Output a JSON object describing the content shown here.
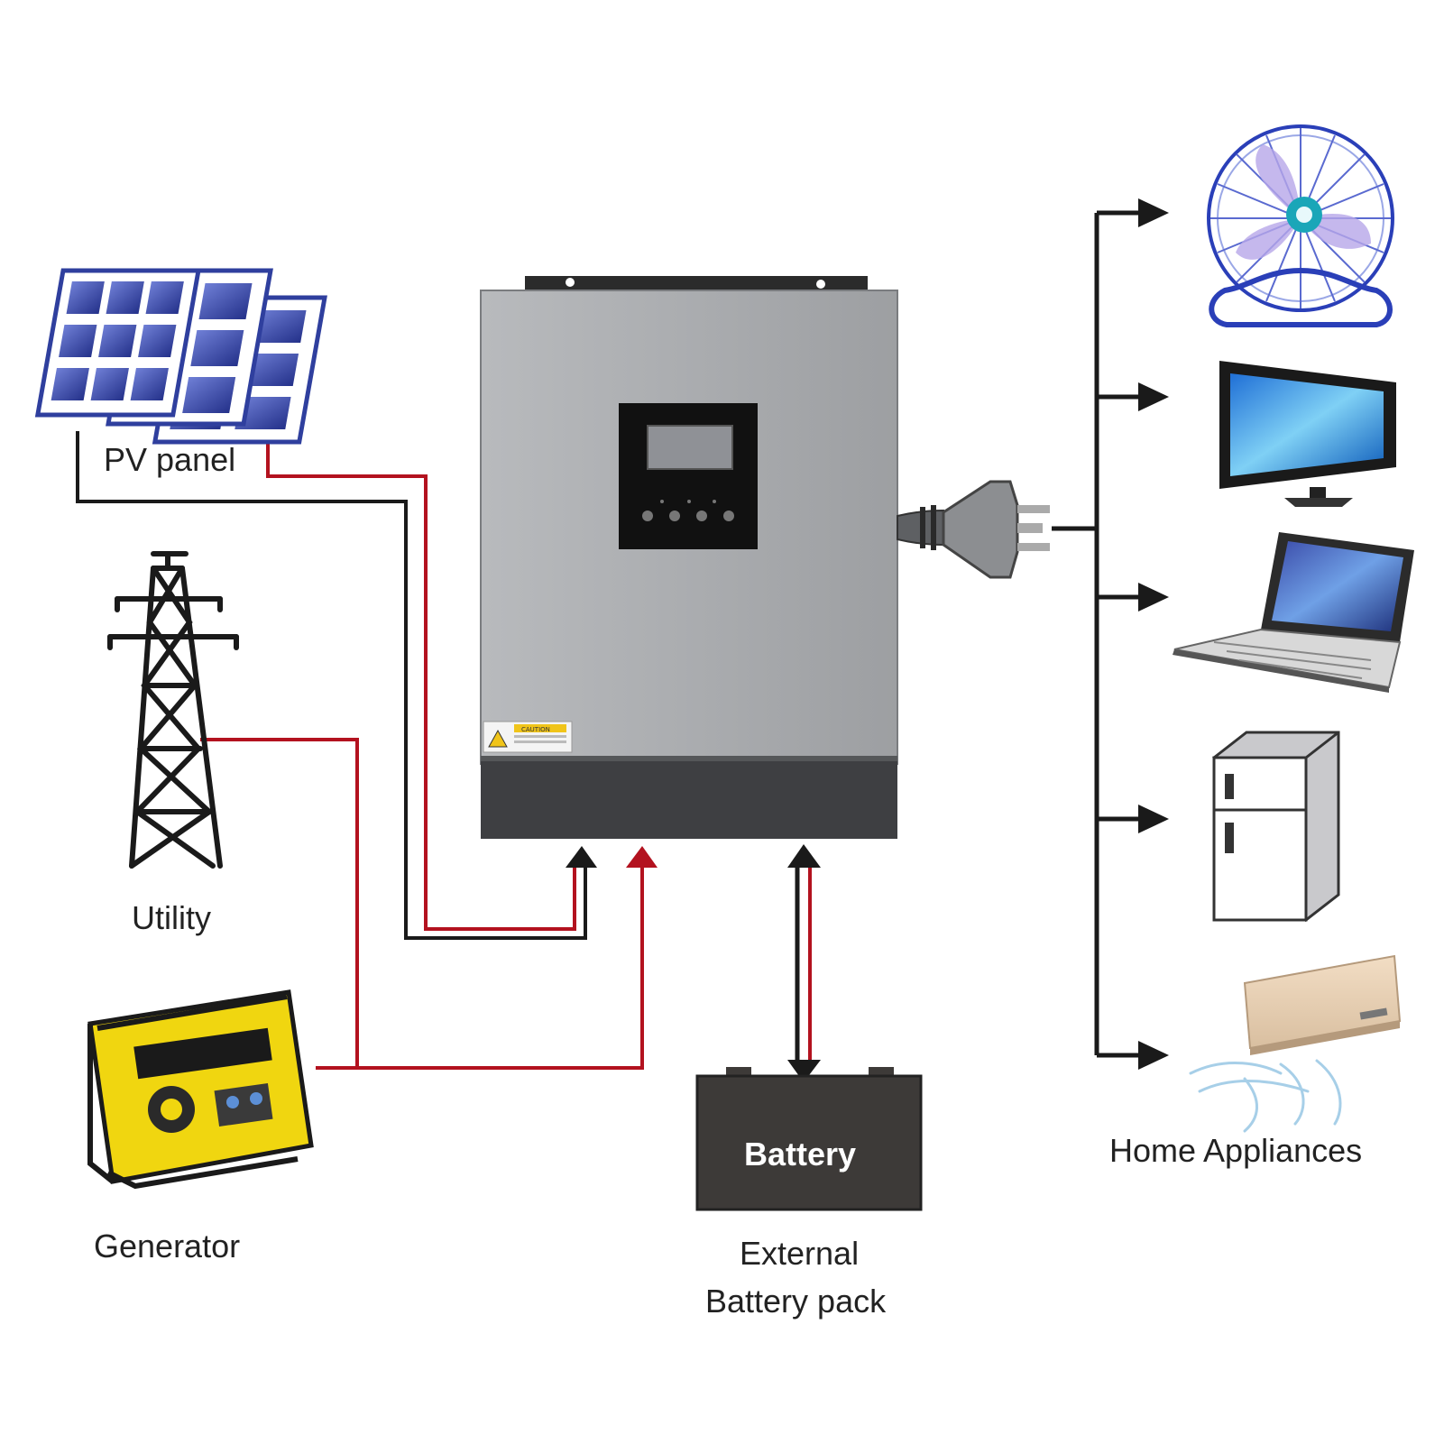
{
  "labels": {
    "pv_panel": "PV panel",
    "utility": "Utility",
    "generator": "Generator",
    "battery": "Battery",
    "external_line1": "External",
    "external_line2": "Battery pack",
    "home_appliances": "Home Appliances",
    "caution": "CAUTION"
  },
  "icons": {
    "pv": "solar-panel-icon",
    "utility": "power-tower-icon",
    "generator": "generator-icon",
    "inverter": "inverter-icon",
    "plug": "plug-icon",
    "battery": "battery-icon",
    "fan": "fan-icon",
    "tv": "tv-icon",
    "laptop": "laptop-icon",
    "fridge": "fridge-icon",
    "ac": "air-conditioner-icon"
  },
  "colors": {
    "red_wire": "#b3121f",
    "black_wire": "#1a1a1a",
    "inverter_body": "#a9abae",
    "inverter_base": "#3e3f42",
    "battery_fill": "#3d3a38",
    "panel_blue": "#2f3f9e"
  }
}
